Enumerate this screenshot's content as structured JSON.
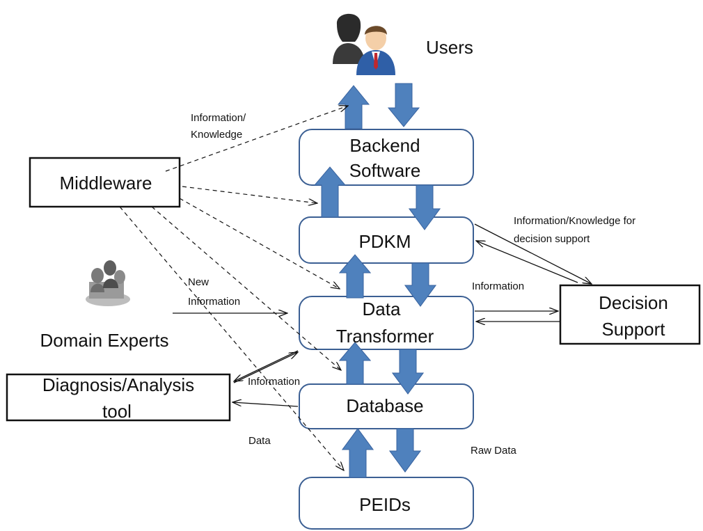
{
  "users": {
    "label": "Users"
  },
  "layers": {
    "backend": {
      "line1": "Backend",
      "line2": "Software"
    },
    "pdkm": {
      "label": "PDKM"
    },
    "transformer": {
      "line1": "Data",
      "line2": "Transformer"
    },
    "database": {
      "label": "Database"
    },
    "peids": {
      "label": "PEIDs"
    }
  },
  "side_boxes": {
    "middleware": {
      "label": "Middleware"
    },
    "decision": {
      "line1": "Decision",
      "line2": "Support"
    },
    "diagnosis": {
      "line1": "Diagnosis/Analysis",
      "line2": "tool"
    }
  },
  "domain_experts": {
    "label": "Domain Experts"
  },
  "edge_labels": {
    "info_knowledge_1": "Information/",
    "info_knowledge_2": "Knowledge",
    "decision_info_1": "Information/Knowledge for",
    "decision_info_2": "decision support",
    "information_right": "Information",
    "new_information_1": "New",
    "new_information_2": "Information",
    "information_left": "Information",
    "data": "Data",
    "raw_data": "Raw Data"
  },
  "colors": {
    "box_border": "#3b5f93",
    "thick_arrow": "#4f81bd",
    "thick_arrow_edge": "#3a64a0",
    "line": "#111111"
  }
}
